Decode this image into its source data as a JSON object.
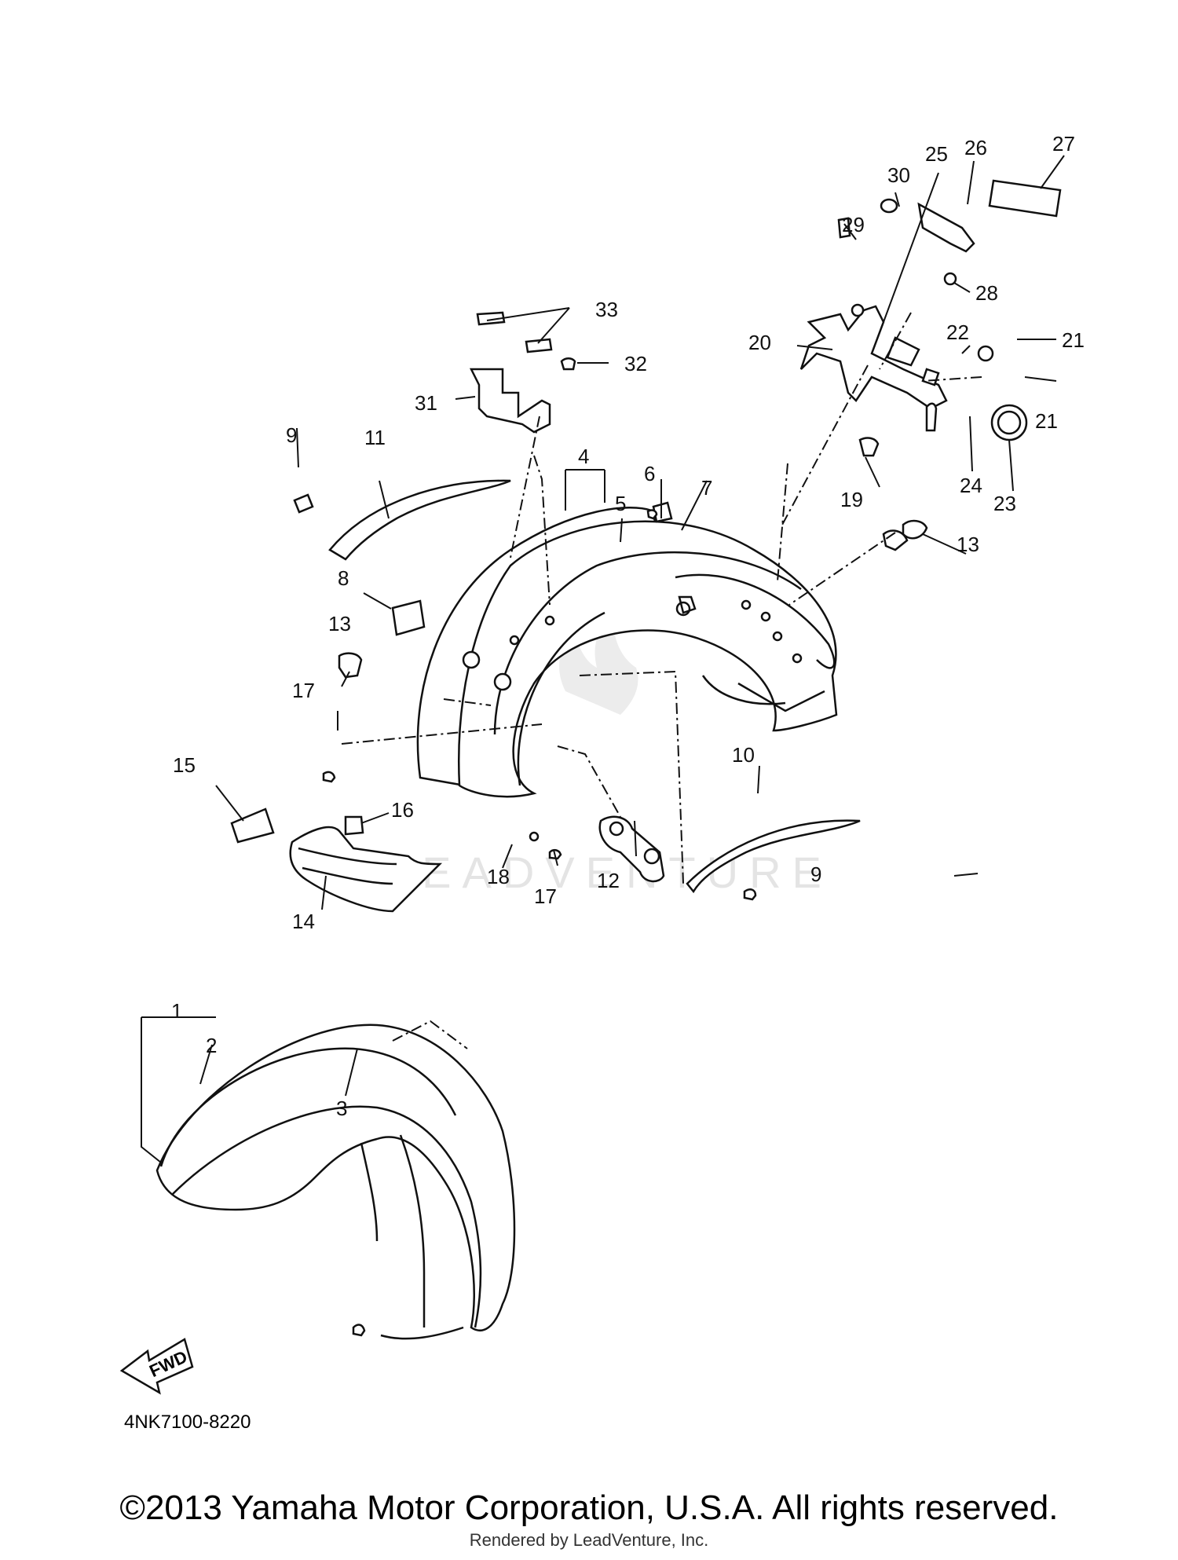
{
  "diagram_code": "4NK7100-8220",
  "fwd_label": "FWD",
  "copyright": "©2013 Yamaha Motor Corporation, U.S.A. All rights reserved.",
  "rendered_by": "Rendered by LeadVenture, Inc.",
  "watermark": "LEADVENTURE",
  "callouts": [
    "1",
    "2",
    "3",
    "4",
    "5",
    "6",
    "7",
    "8",
    "9",
    "9",
    "10",
    "11",
    "12",
    "13",
    "13",
    "14",
    "15",
    "16",
    "17",
    "17",
    "18",
    "19",
    "20",
    "21",
    "21",
    "22",
    "23",
    "24",
    "25",
    "26",
    "27",
    "28",
    "29",
    "30",
    "31",
    "32",
    "33"
  ]
}
